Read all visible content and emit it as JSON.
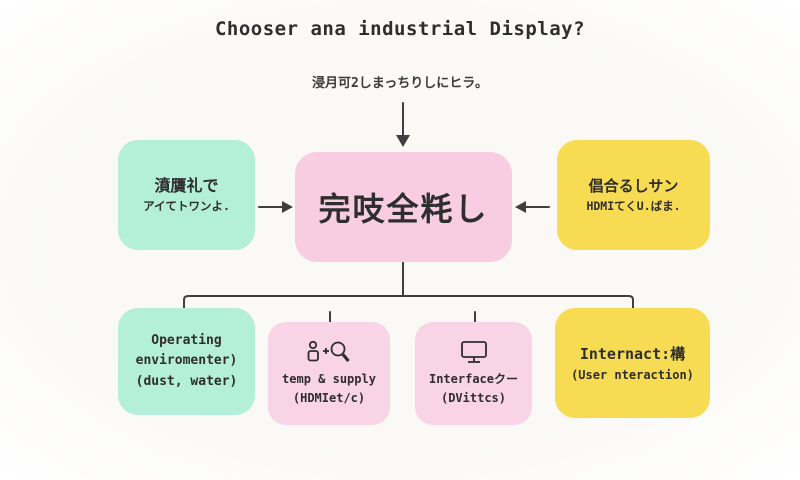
{
  "diagram": {
    "title": "Chooser ana industrial Display?",
    "subtitle": "浸月可2しまっちりしにヒラ。",
    "center_box": {
      "label": "完吱全粍し"
    },
    "left_box": {
      "title": "濆贋礼で",
      "subtitle": "アイてトワンよ."
    },
    "right_box": {
      "title": "倡合るしサン",
      "subtitle": "HDMIてくU.ばま."
    },
    "bottom_boxes": [
      {
        "line1": "Operating",
        "line2": "enviromenter)",
        "line3": "(dust, water)"
      },
      {
        "icon": "person-plus-magnifier-icon",
        "line1": "temp & supply",
        "line2": "(HDMIet/c)"
      },
      {
        "icon": "monitor-icon",
        "line1": "Interfaceクー",
        "line2": "(DVittcs)"
      },
      {
        "line1": "Internact:構",
        "line2": "(User nteraction)"
      }
    ],
    "connectors": {
      "top_arrow": "down",
      "left_arrow": "right-into-center",
      "right_arrow": "left-into-center",
      "tree": "center-branches-to-four-children"
    }
  },
  "colors": {
    "mint": "#b4efda",
    "pink": "#f8cde2",
    "pink_light": "#f8d4e6",
    "yellow": "#f7db52",
    "line": "#3f3f3f",
    "text": "#2e2e2e",
    "bg": "#faf9f6"
  }
}
